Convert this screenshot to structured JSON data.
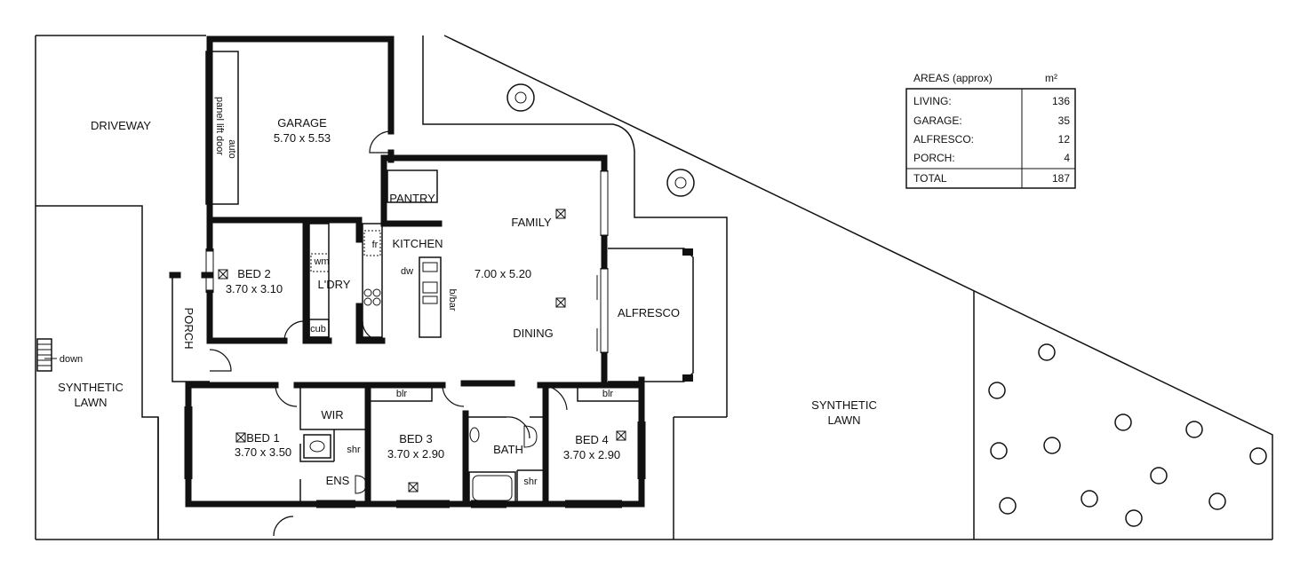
{
  "rooms": {
    "driveway": "DRIVEWAY",
    "garage_name": "GARAGE",
    "garage_size": "5.70 x 5.53",
    "garage_door_1": "auto",
    "garage_door_2": "panel lift door",
    "pantry": "PANTRY",
    "kitchen": "KITCHEN",
    "fridge": "fr",
    "dishwasher": "dw",
    "breakfast_bar": "b/bar",
    "family": "FAMILY",
    "family_size": "7.00 x 5.20",
    "dining": "DINING",
    "alfresco": "ALFRESCO",
    "bed2_name": "BED 2",
    "bed2_size": "3.70 x 3.10",
    "laundry": "L'DRY",
    "washing_machine": "wm",
    "cupboard": "cub",
    "porch": "PORCH",
    "stairs": "down",
    "lawn_left_1": "SYNTHETIC",
    "lawn_left_2": "LAWN",
    "lawn_right_1": "SYNTHETIC",
    "lawn_right_2": "LAWN",
    "wir": "WIR",
    "bed1_name": "BED 1",
    "bed1_size": "3.70 x 3.50",
    "ens": "ENS",
    "ens_shower": "shr",
    "robe_bed3": "blr",
    "bed3_name": "BED 3",
    "bed3_size": "3.70 x 2.90",
    "bath": "BATH",
    "bath_shower": "shr",
    "robe_bed4": "blr",
    "bed4_name": "BED 4",
    "bed4_size": "3.70 x 2.90"
  },
  "areas": {
    "title": "AREAS (approx)",
    "unit": "m²",
    "rows": [
      {
        "label": "LIVING:",
        "value": "136"
      },
      {
        "label": "GARAGE:",
        "value": "35"
      },
      {
        "label": "ALFRESCO:",
        "value": "12"
      },
      {
        "label": "PORCH:",
        "value": "4"
      }
    ],
    "total_label": "TOTAL",
    "total_value": "187"
  }
}
